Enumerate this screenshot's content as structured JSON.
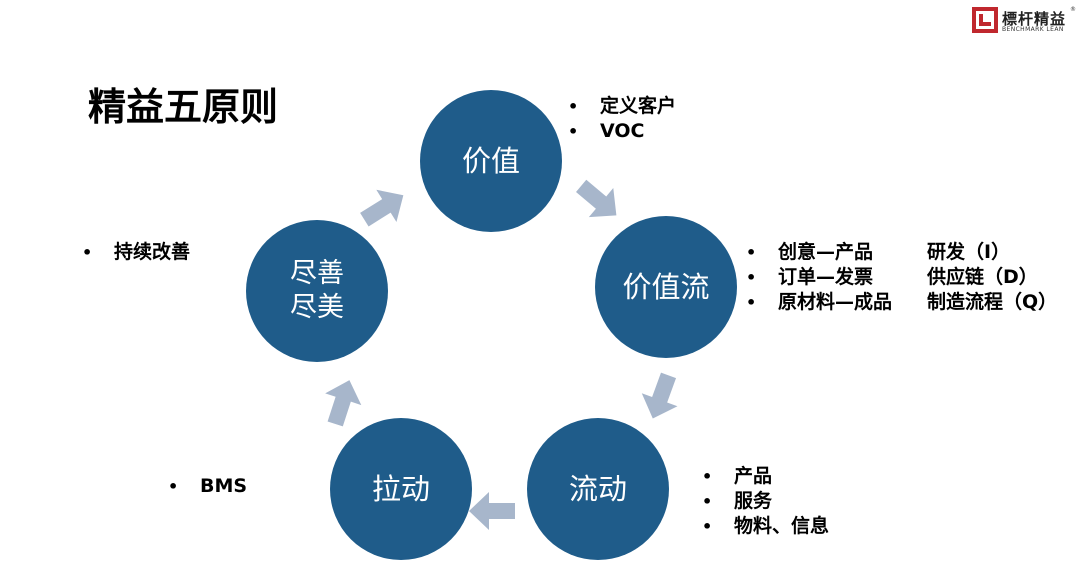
{
  "logo": {
    "cn": "標杆精益",
    "en": "BENCHMARK LEAN",
    "reg": "®"
  },
  "title": "精益五原则",
  "nodes": {
    "value": "价值",
    "stream": "价值流",
    "flow": "流动",
    "pull": "拉动",
    "perfect": [
      "尽善",
      "尽美"
    ]
  },
  "bullets": {
    "value": [
      "定义客户",
      "VOC"
    ],
    "stream": [
      {
        "left": "创意—产品",
        "right": "研发（I）"
      },
      {
        "left": "订单—发票",
        "right": "供应链（D）"
      },
      {
        "left": "原材料—成品",
        "right": "制造流程（Q）"
      }
    ],
    "flow": [
      "产品",
      "服务",
      "物料、信息"
    ],
    "pull": [
      "BMS"
    ],
    "perfect": [
      "持续改善"
    ]
  },
  "colors": {
    "node": "#1f5c8a",
    "arrow": "#a7b6cb",
    "logo_red": "#c0282e"
  }
}
